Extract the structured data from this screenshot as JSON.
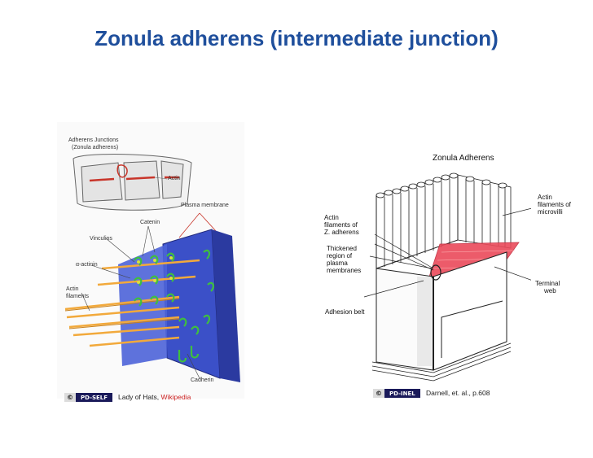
{
  "title": "Zonula adherens (intermediate junction)",
  "left_figure": {
    "labels": {
      "adherens": "Adherens Junctions",
      "zonula": "(Zonula adherens)",
      "actin_top": "Actin",
      "plasma_membrane": "Plasma membrane",
      "catenin": "Catenin",
      "vinculins": "Vinculins",
      "alpha_actinin": "α-actinin",
      "actin_filaments_1": "Actin",
      "actin_filaments_2": "filaments",
      "cadherin": "Cadherin"
    },
    "license_badge": "PD-SELF",
    "credit_text": "Lady of Hats,",
    "credit_link": "Wikipedia"
  },
  "right_figure": {
    "title": "Zonula Adherens",
    "labels": {
      "actin_z_1": "Actin",
      "actin_z_2": "filaments of",
      "actin_z_3": "Z. adherens",
      "thick_1": "Thickened",
      "thick_2": "region of",
      "thick_3": "plasma",
      "thick_4": "membranes",
      "adhesion_belt": "Adhesion belt",
      "actin_mv_1": "Actin",
      "actin_mv_2": "filaments of",
      "actin_mv_3": "microvilli",
      "terminal_1": "Terminal",
      "terminal_2": "web"
    },
    "license_badge": "PD-INEL",
    "credit_text": "Darnell, et. al., p.608"
  },
  "colors": {
    "title": "#1f4f9c",
    "membrane": "#3b50c8",
    "actin": "#f2a93b",
    "linker": "#3fbf3f",
    "terminal_web": "#ea4a5a"
  }
}
